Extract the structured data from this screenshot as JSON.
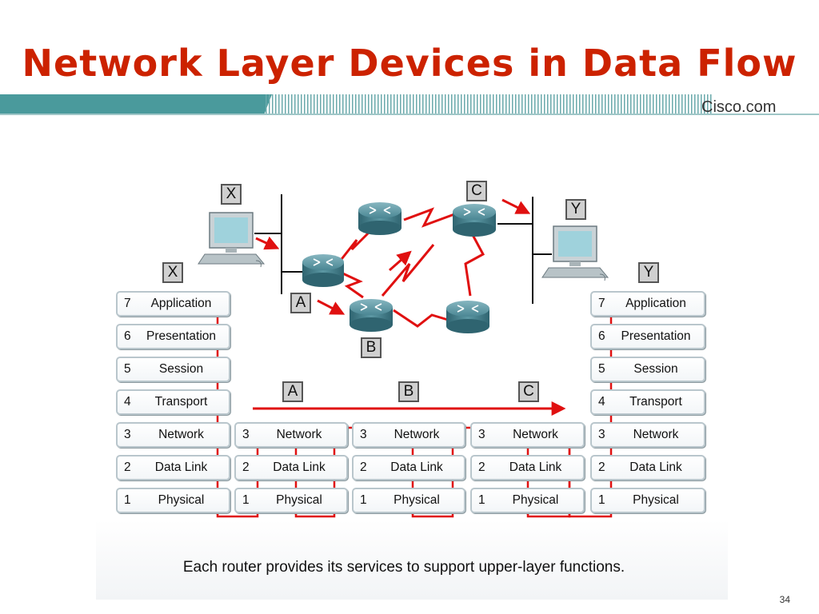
{
  "slide": {
    "title": "Network Layer Devices in Data Flow",
    "brand": "Cisco.com",
    "caption": "Each router provides its services to support upper-layer functions.",
    "page_number": "34"
  },
  "topology_tags": {
    "host_x": "X",
    "host_y": "Y",
    "router_a": "A",
    "router_b": "B",
    "router_c": "C"
  },
  "stack_tags": {
    "left": "X",
    "right": "Y",
    "mid_a": "A",
    "mid_b": "B",
    "mid_c": "C"
  },
  "host_stacks": {
    "left": [
      {
        "num": "7",
        "label": "Application"
      },
      {
        "num": "6",
        "label": "Presentation"
      },
      {
        "num": "5",
        "label": "Session"
      },
      {
        "num": "4",
        "label": "Transport"
      },
      {
        "num": "3",
        "label": "Network"
      },
      {
        "num": "2",
        "label": "Data Link"
      },
      {
        "num": "1",
        "label": "Physical"
      }
    ],
    "right": [
      {
        "num": "7",
        "label": "Application"
      },
      {
        "num": "6",
        "label": "Presentation"
      },
      {
        "num": "5",
        "label": "Session"
      },
      {
        "num": "4",
        "label": "Transport"
      },
      {
        "num": "3",
        "label": "Network"
      },
      {
        "num": "2",
        "label": "Data Link"
      },
      {
        "num": "1",
        "label": "Physical"
      }
    ]
  },
  "router_stacks": {
    "a": [
      {
        "num": "3",
        "label": "Network"
      },
      {
        "num": "2",
        "label": "Data Link"
      },
      {
        "num": "1",
        "label": "Physical"
      }
    ],
    "b": [
      {
        "num": "3",
        "label": "Network"
      },
      {
        "num": "2",
        "label": "Data Link"
      },
      {
        "num": "1",
        "label": "Physical"
      }
    ],
    "c": [
      {
        "num": "3",
        "label": "Network"
      },
      {
        "num": "2",
        "label": "Data Link"
      },
      {
        "num": "1",
        "label": "Physical"
      }
    ]
  },
  "colors": {
    "title": "#cc2200",
    "flow_arrow": "#e01010",
    "router_body": "#3f7f8c",
    "banner": "#4a9a9c"
  }
}
